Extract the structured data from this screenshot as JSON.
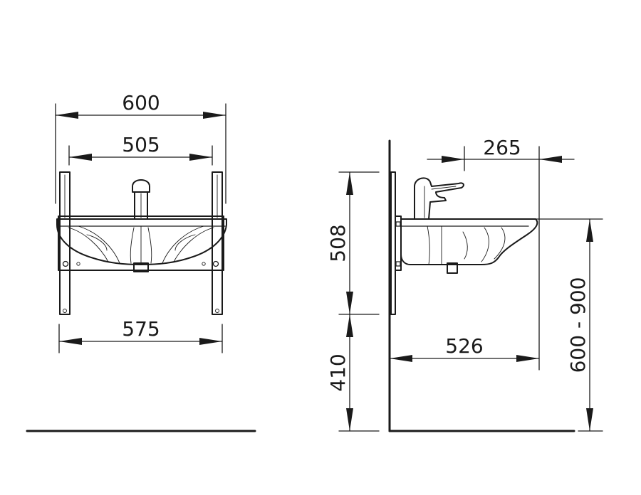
{
  "dimensions": {
    "front_total_width": "600",
    "front_basin_width": "505",
    "front_frame_width": "575",
    "side_tap_reach": "265",
    "side_basin_height": "508",
    "side_lower_height": "410",
    "side_depth": "526",
    "side_height_range": "600 - 900"
  }
}
